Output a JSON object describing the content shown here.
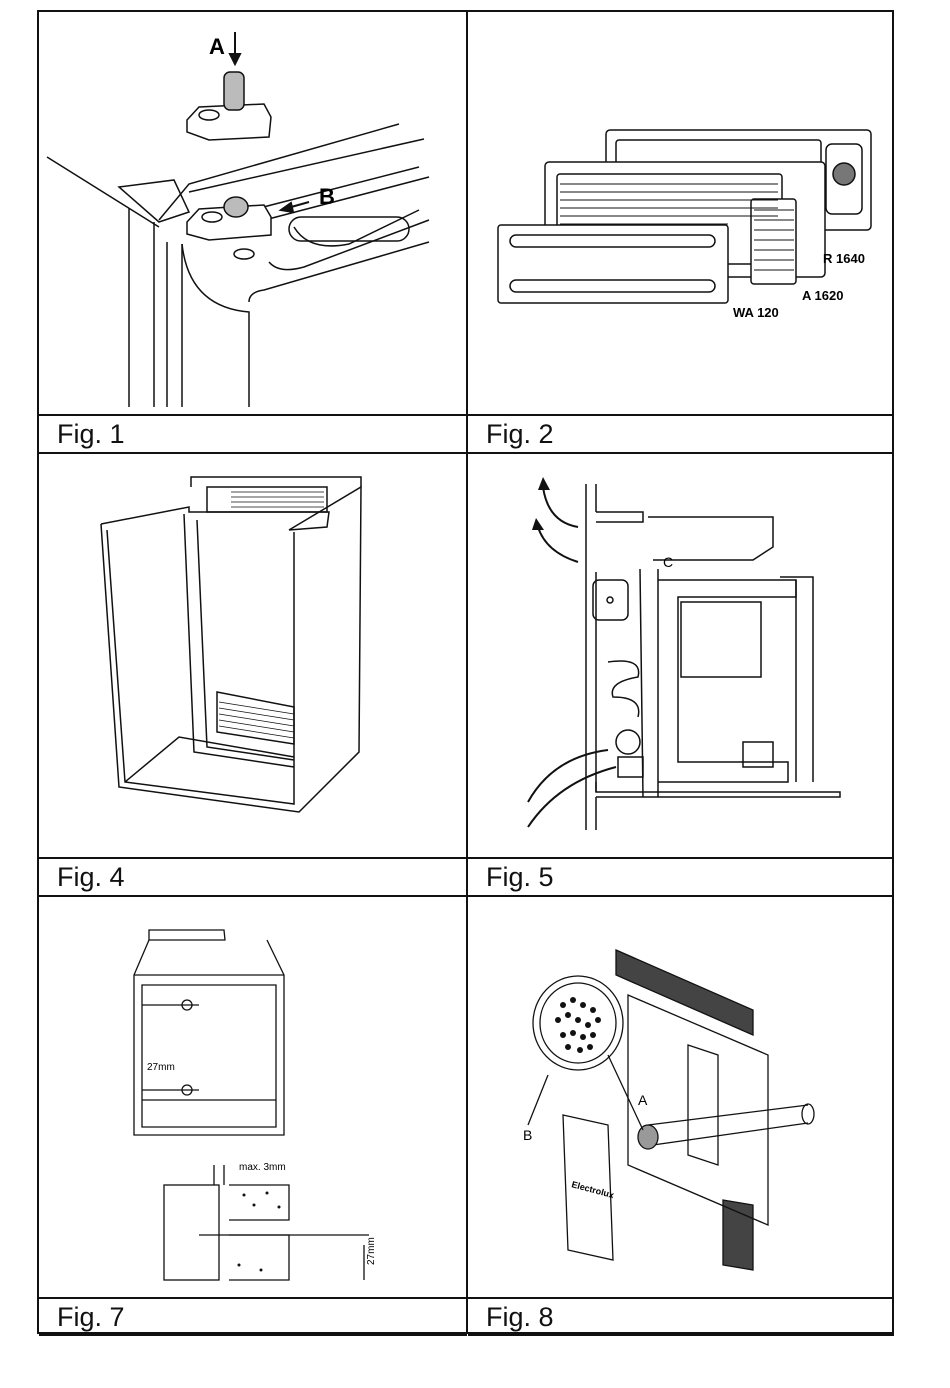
{
  "figures": [
    {
      "id": "fig1",
      "caption": "Fig. 1",
      "labels": {
        "a": "A",
        "b": "B"
      }
    },
    {
      "id": "fig2",
      "caption": "Fig. 2",
      "labels": {
        "r": "R 1640",
        "a": "A 1620",
        "wa": "WA 120"
      }
    },
    {
      "id": "fig4",
      "caption": "Fig. 4"
    },
    {
      "id": "fig5",
      "caption": "Fig. 5",
      "labels": {
        "c": "C"
      }
    },
    {
      "id": "fig7",
      "caption": "Fig. 7",
      "labels": {
        "dim1": "27mm",
        "dim2": "max. 3mm",
        "dim3": "27mm"
      }
    },
    {
      "id": "fig8",
      "caption": "Fig. 8",
      "labels": {
        "a": "A",
        "b": "B",
        "brand": "Electrolux"
      }
    }
  ]
}
